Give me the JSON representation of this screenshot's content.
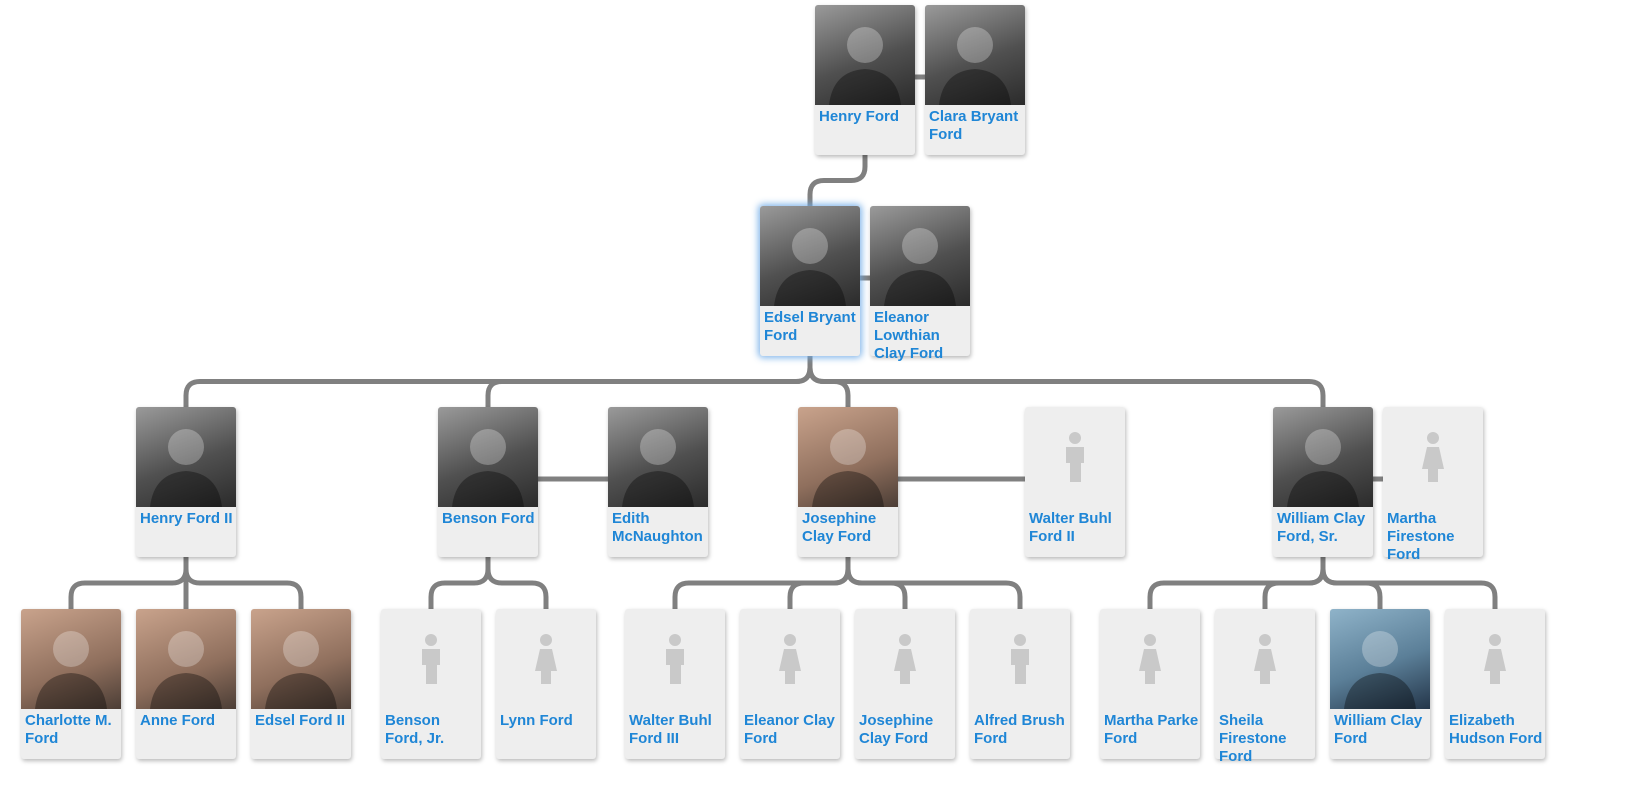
{
  "diagram": {
    "type": "family-tree",
    "line_color": "#808080",
    "name_color": "#1f86d6",
    "card_color": "#eeeeee"
  },
  "people": {
    "henry_ford": {
      "name": "Henry Ford",
      "photo": true
    },
    "clara_bryant_ford": {
      "name": "Clara Bryant Ford",
      "photo": true
    },
    "edsel_bryant_ford": {
      "name": "Edsel Bryant Ford",
      "photo": true,
      "selected": true
    },
    "eleanor_lowthian_clay_ford": {
      "name": "Eleanor Lowthian Clay Ford",
      "photo": true
    },
    "henry_ford_ii": {
      "name": "Henry Ford II",
      "photo": true
    },
    "benson_ford": {
      "name": "Benson Ford",
      "photo": true
    },
    "edith_mcnaughton": {
      "name": "Edith McNaughton",
      "photo": true
    },
    "josephine_clay_ford": {
      "name": "Josephine Clay Ford",
      "photo": true
    },
    "walter_buhl_ford_ii": {
      "name": "Walter Buhl Ford II",
      "placeholder": "male"
    },
    "william_clay_ford_sr": {
      "name": "William Clay Ford, Sr.",
      "photo": true
    },
    "martha_firestone_ford": {
      "name": "Martha Firestone Ford",
      "placeholder": "female"
    },
    "charlotte_m_ford": {
      "name": "Charlotte M. Ford",
      "photo": true
    },
    "anne_ford": {
      "name": "Anne Ford",
      "photo": true
    },
    "edsel_ford_ii": {
      "name": "Edsel Ford II",
      "photo": true
    },
    "benson_ford_jr": {
      "name": "Benson Ford, Jr.",
      "placeholder": "male"
    },
    "lynn_ford": {
      "name": "Lynn Ford",
      "placeholder": "female"
    },
    "walter_buhl_ford_iii": {
      "name": "Walter Buhl Ford III",
      "placeholder": "male"
    },
    "eleanor_clay_ford": {
      "name": "Eleanor Clay Ford",
      "placeholder": "female"
    },
    "josephine_clay_ford_2": {
      "name": "Josephine Clay Ford",
      "placeholder": "female"
    },
    "alfred_brush_ford": {
      "name": "Alfred Brush Ford",
      "placeholder": "male"
    },
    "martha_parke_ford": {
      "name": "Martha Parke Ford",
      "placeholder": "female"
    },
    "sheila_firestone_ford": {
      "name": "Sheila Firestone Ford",
      "placeholder": "female"
    },
    "william_clay_ford": {
      "name": "William Clay Ford",
      "photo": true
    },
    "elizabeth_hudson_ford": {
      "name": "Elizabeth Hudson Ford",
      "placeholder": "female"
    }
  },
  "couples": [
    [
      "henry_ford",
      "clara_bryant_ford"
    ],
    [
      "edsel_bryant_ford",
      "eleanor_lowthian_clay_ford"
    ],
    [
      "benson_ford",
      "edith_mcnaughton"
    ],
    [
      "josephine_clay_ford",
      "walter_buhl_ford_ii"
    ],
    [
      "william_clay_ford_sr",
      "martha_firestone_ford"
    ]
  ],
  "children": {
    "henry_ford": [
      "edsel_bryant_ford"
    ],
    "edsel_bryant_ford": [
      "henry_ford_ii",
      "benson_ford",
      "josephine_clay_ford",
      "william_clay_ford_sr"
    ],
    "henry_ford_ii": [
      "charlotte_m_ford",
      "anne_ford",
      "edsel_ford_ii"
    ],
    "benson_ford": [
      "benson_ford_jr",
      "lynn_ford"
    ],
    "josephine_clay_ford": [
      "walter_buhl_ford_iii",
      "eleanor_clay_ford",
      "josephine_clay_ford_2",
      "alfred_brush_ford"
    ],
    "william_clay_ford_sr": [
      "martha_parke_ford",
      "sheila_firestone_ford",
      "william_clay_ford",
      "elizabeth_hudson_ford"
    ]
  }
}
